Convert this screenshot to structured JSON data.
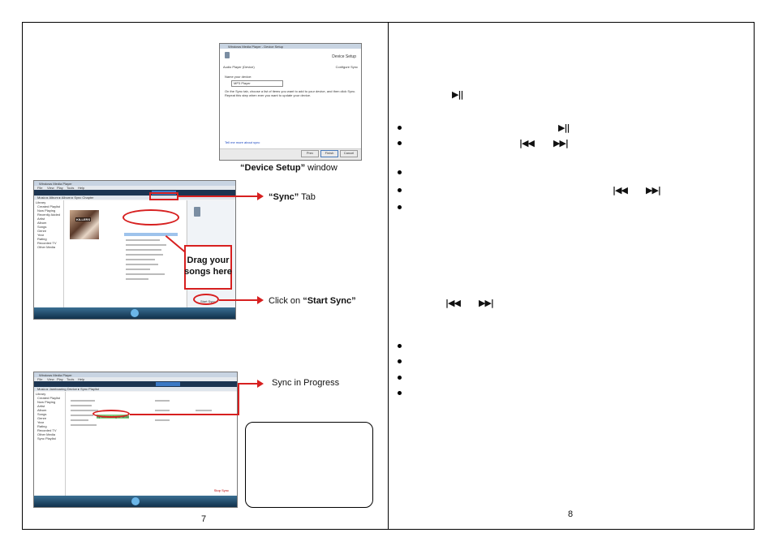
{
  "pages": {
    "left_number": "7",
    "right_number": "8"
  },
  "captions": {
    "device_setup_bold": "“Device Setup”",
    "device_setup_rest": " window",
    "sync_bold": "“Sync”",
    "sync_rest": "  Tab",
    "drag_line1": "Drag your",
    "drag_line2": "songs here",
    "click_prefix": "Click on ",
    "click_bold": "“Start Sync”",
    "progress": "Sync in Progress"
  },
  "device_setup": {
    "title": "Windows Media Player - Device Setup",
    "heading": "Device Setup",
    "device_label": "Audio Player (Device)",
    "configure": "Configure Sync",
    "name_label": "Name your device:",
    "name_value": "MP3 Player",
    "instructions": "On the Sync tab, choose a list of items you want to add to your device, and then click Sync. Repeat this step when ever you want to update your device.",
    "link": "Tell me more about sync",
    "buttons": [
      "Prev",
      "Finish",
      "Cancel"
    ]
  },
  "wmp_sync": {
    "title": "Windows Media Player",
    "menu": [
      "File",
      "View",
      "Play",
      "Tools",
      "Help"
    ],
    "breadcrumb": "Music ▸ Album ▸ Album ▸ Sync Chapter",
    "sidebar": [
      "Library",
      "Created Playlist",
      "Now Playing",
      "Recently Added",
      "Artist",
      "Album",
      "Songs",
      "Genre",
      "Year",
      "Rating",
      "Recorded TV",
      "Other Media"
    ],
    "album_label": "KILLERS",
    "sync_btn": "Start Sync"
  },
  "wmp_progress": {
    "title": "Windows Media Player",
    "menu": [
      "File",
      "View",
      "Play",
      "Tools",
      "Help"
    ],
    "breadcrumb": "Music ▸ Jamboaring Device ▸ Sync Playlist",
    "sidebar": [
      "Library",
      "Created Playlist",
      "Now Playing",
      "Artist",
      "Album",
      "Songs",
      "Genre",
      "Year",
      "Rating",
      "Recorded TV",
      "Other Media",
      "Sync Playlist"
    ],
    "progress_label": "Synchronizing to device...",
    "stop_btn": "Stop Sync"
  },
  "glyphs": {
    "play_pause": "▶||",
    "prev": "|◀◀",
    "next": "▶▶|"
  }
}
